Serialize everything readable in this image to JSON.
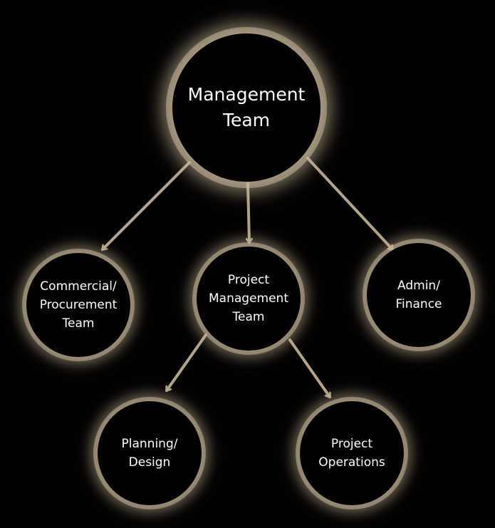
{
  "diagram": {
    "background_color": "#000000",
    "glow_color": "#c9b89a",
    "arrow_color": "#b3a48a",
    "text_color": "#ffffff",
    "nodes": {
      "root": {
        "label": "Management\nTeam"
      },
      "commercial": {
        "label": "Commercial/\nProcurement\nTeam"
      },
      "project_management": {
        "label": "Project\nManagement\nTeam"
      },
      "admin": {
        "label": "Admin/\nFinance"
      },
      "planning": {
        "label": "Planning/\nDesign"
      },
      "operations": {
        "label": "Project\nOperations"
      }
    },
    "edges": [
      {
        "from": "root",
        "to": "commercial"
      },
      {
        "from": "root",
        "to": "project_management"
      },
      {
        "from": "root",
        "to": "admin"
      },
      {
        "from": "project_management",
        "to": "planning"
      },
      {
        "from": "project_management",
        "to": "operations"
      }
    ]
  }
}
